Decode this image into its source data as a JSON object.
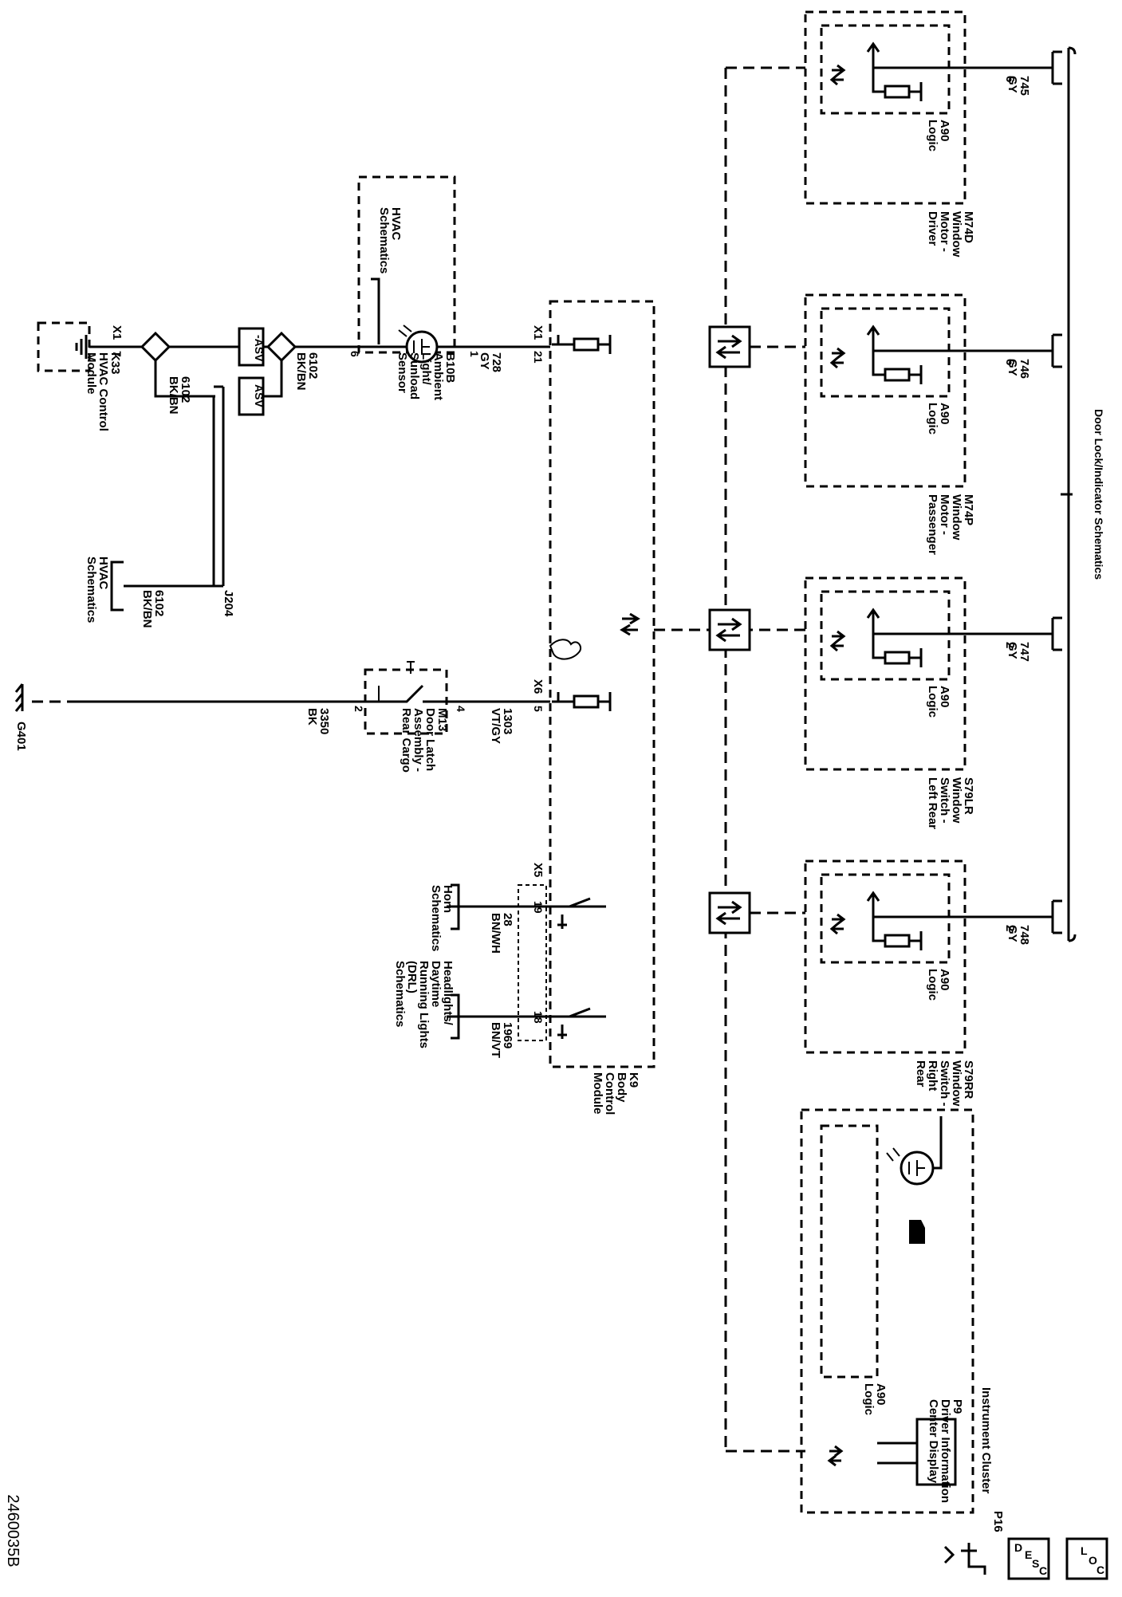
{
  "figure_id": "2460035B",
  "header_title": "Door Lock/Indicator Schematics",
  "connectors": {
    "x1": "X1",
    "x5": "X5",
    "x6": "X6",
    "j204": "J204",
    "g401": "G401"
  },
  "k9": [
    "K9",
    "Body",
    "Control",
    "Module"
  ],
  "k33": [
    "K33",
    "HVAC Control",
    "Module"
  ],
  "b10b": [
    "B10B",
    "Ambient",
    "Light/",
    "Sunload",
    "Sensor"
  ],
  "m13": [
    "M13",
    "Door Latch",
    "Assembly -",
    "Rear Cargo"
  ],
  "hvac_ref_1": [
    "HVAC",
    "Schematics"
  ],
  "hvac_ref_2": [
    "HVAC",
    "Schematics"
  ],
  "horn_ref": [
    "Horn",
    "Schematics"
  ],
  "drl_ref": [
    "Headlights/",
    "Daytime",
    "Running Lights",
    "(DRL)",
    "Schematics"
  ],
  "asv": {
    "asv_neg": "-ASV",
    "asv_pos": "ASV"
  },
  "wires": {
    "w6102_k33": [
      "6102",
      "BK/BN"
    ],
    "w6102_bn": [
      "6102",
      "BK/BN"
    ],
    "w6102_j204": [
      "6102",
      "BK/BN"
    ],
    "w728": [
      "728",
      "GY"
    ],
    "w1303": [
      "1303",
      "VT/GY"
    ],
    "w3350": [
      "3350",
      "BK"
    ],
    "w28": [
      "28",
      "BN/WH"
    ],
    "w1969": [
      "1969",
      "BN/VT"
    ]
  },
  "pins": {
    "k33_x1_7": "7",
    "b10b_6": "6",
    "b10b_1": "1",
    "k9_x1_21": "21",
    "k9_x6_5": "5",
    "m13_4": "4",
    "m13_2": "2",
    "k9_x5_19": "19",
    "k9_x5_18": "18"
  },
  "window_modules": [
    {
      "name": [
        "M74D",
        "Window",
        "Motor -",
        "Driver"
      ],
      "logic": [
        "A90",
        "Logic"
      ],
      "pin": "6",
      "wire": [
        "745",
        "GY"
      ]
    },
    {
      "name": [
        "M74P",
        "Window",
        "Motor -",
        "Passenger"
      ],
      "logic": [
        "A90",
        "Logic"
      ],
      "pin": "6",
      "wire": [
        "746",
        "GY"
      ]
    },
    {
      "name": [
        "S79LR",
        "Window",
        "Switch -",
        "Left Rear"
      ],
      "logic": [
        "A90",
        "Logic"
      ],
      "pin": "2",
      "wire": [
        "747",
        "GY"
      ]
    },
    {
      "name": [
        "S79RR",
        "Window",
        "Switch -",
        "Right",
        "Rear"
      ],
      "logic": [
        "A90",
        "Logic"
      ],
      "pin": "2",
      "wire": [
        "748",
        "GY"
      ]
    }
  ],
  "p16": {
    "name": [
      "P16",
      "Instrument Cluster"
    ],
    "p9": [
      "P9",
      "Driver Information",
      "Center Display"
    ],
    "logic": [
      "A90",
      "Logic"
    ]
  },
  "legend": {
    "loc": [
      "L",
      "O",
      "C"
    ],
    "desc": [
      "D",
      "E",
      "S",
      "C"
    ]
  }
}
